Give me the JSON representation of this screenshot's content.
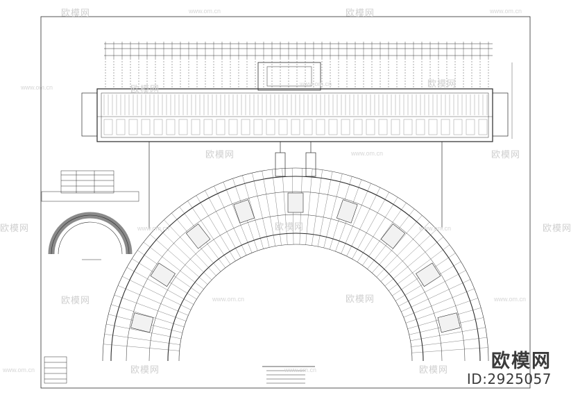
{
  "watermark": {
    "logo_text": "欧模网",
    "url_text": "www.om.cn"
  },
  "branding": {
    "name": "欧模网",
    "id_label": "ID:2925057"
  },
  "colors": {
    "line": "#2a2a2a",
    "hatch": "#6a6a6a",
    "watermark": "#cfcfcf"
  }
}
